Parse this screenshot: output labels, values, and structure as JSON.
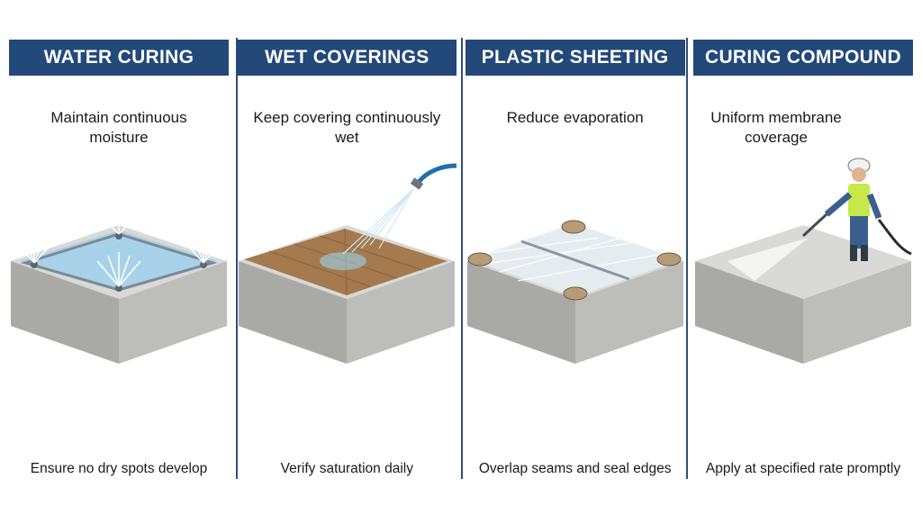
{
  "panels": [
    {
      "title": "WATER CURING",
      "top": "Maintain continuous moisture",
      "bottom": "Ensure no dry spots develop"
    },
    {
      "title": "WET COVERINGS",
      "top": "Keep covering continuously wet",
      "bottom": "Verify saturation daily"
    },
    {
      "title": "PLASTIC SHEETING",
      "top": "Reduce evaporation",
      "bottom": "Overlap seams and seal edges"
    },
    {
      "title": "CURING COMPOUND",
      "top": "Uniform membrane coverage",
      "bottom": "Apply at specified rate promptly"
    }
  ],
  "colors": {
    "header": "#23487a",
    "divider": "#2e4f7a",
    "concrete_top": "#d9d9d6",
    "concrete_side": "#a9a9a6",
    "water": "#9fd0ec",
    "burlap": "#a47a4e",
    "plastic": "#e6edf3",
    "vest": "#c6e84a"
  },
  "icons": [
    "sprinkler-icon",
    "hose-icon",
    "sandbag-icon",
    "worker-icon",
    "spray-wand-icon"
  ]
}
